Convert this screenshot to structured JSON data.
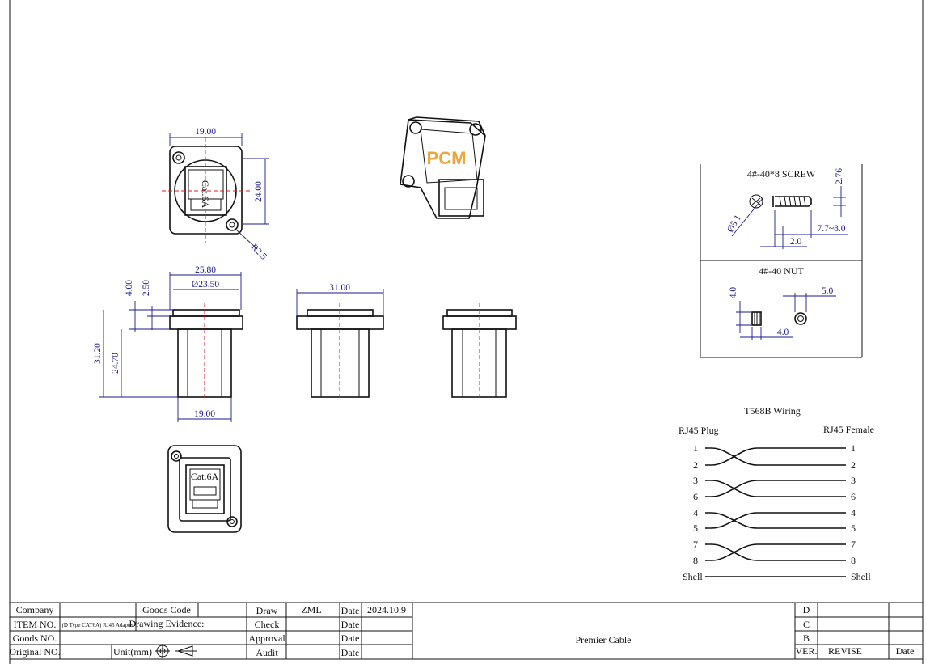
{
  "views": {
    "front_top": {
      "width": "19.00",
      "height": "24.00",
      "radius": "R2.5",
      "jack_label": "Cat.6A"
    },
    "side_left": {
      "flange": "25.80",
      "diameter": "Ø23.50",
      "t1": "4.00",
      "t2": "2.50",
      "h1": "31.20",
      "h2": "24.70",
      "bottom": "19.00"
    },
    "side_mid": {
      "width": "31.00"
    },
    "front_bottom": {
      "jack_label": "Cat.6A"
    },
    "logo": "PCM"
  },
  "screw_box": {
    "screw_title": "4#-40*8 SCREW",
    "screw_head_dia": "Ø5.1",
    "screw_height": "2.76",
    "screw_length": "7.7~8.0",
    "screw_offset": "2.0",
    "nut_title": "4#-40 NUT",
    "nut_h": "4.0",
    "nut_w": "4.0",
    "nut_dia": "5.0"
  },
  "wiring": {
    "title": "T568B Wiring",
    "left_label": "RJ45 Plug",
    "right_label": "RJ45 Female",
    "pins": [
      "1",
      "2",
      "3",
      "6",
      "4",
      "5",
      "7",
      "8"
    ],
    "shell": "Shell"
  },
  "title_block": {
    "company_label": "Company",
    "goods_code_label": "Goods Code",
    "item_no_label": "ITEM NO.",
    "item_no_value": "(D Type CAT6A) RJ45 Adapter",
    "drawing_evidence_label": "Drawing Evidence:",
    "goods_no_label": "Goods NO.",
    "original_no_label": "Original NO.",
    "unit_label": "Unit(mm)",
    "draw_label": "Draw",
    "draw_value": "ZML",
    "check_label": "Check",
    "approval_label": "Approval",
    "audit_label": "Audit",
    "date_label": "Date",
    "date_value": "2024.10.9",
    "company_name": "Premier Cable",
    "rev_d": "D",
    "rev_c": "C",
    "rev_b": "B",
    "ver_label": "VER.",
    "revise_label": "REVISE",
    "rev_date_label": "Date"
  }
}
